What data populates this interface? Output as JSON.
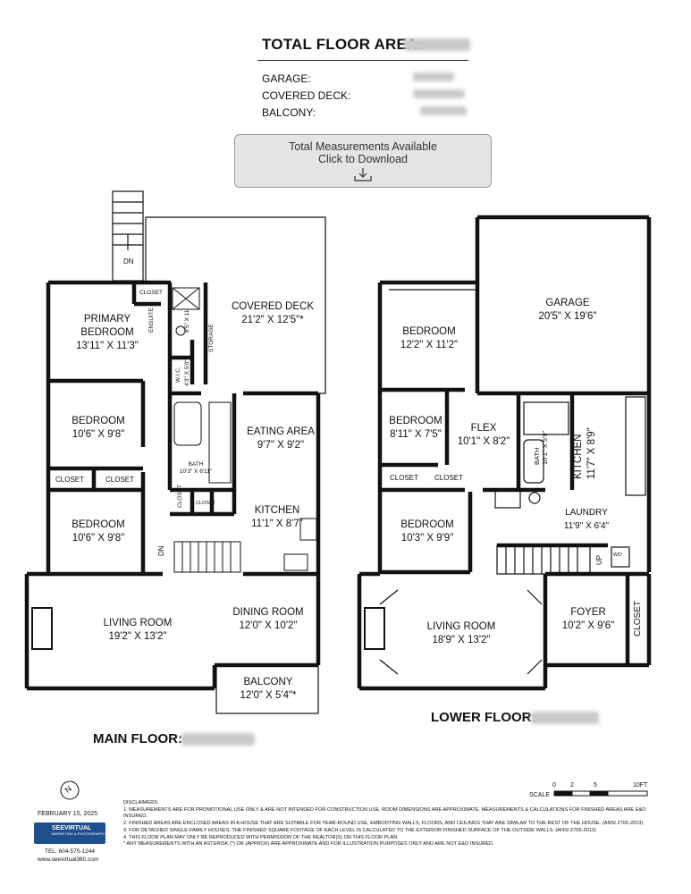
{
  "summary": {
    "title": "TOTAL FLOOR AREA:",
    "rows": [
      {
        "label": "GARAGE:"
      },
      {
        "label": "COVERED DECK:"
      },
      {
        "label": "BALCONY:"
      }
    ]
  },
  "download": {
    "line1": "Total Measurements Available",
    "line2": "Click to Download",
    "icon": "download-icon"
  },
  "main_floor": {
    "label": "MAIN FLOOR:",
    "rooms": {
      "covered_deck": {
        "name": "COVERED DECK",
        "dims": "21'2\" X 12'5\"*"
      },
      "primary_bedroom": {
        "name": "PRIMARY",
        "name2": "BEDROOM",
        "dims": "13'11\" X 11'3\""
      },
      "bedroom1": {
        "name": "BEDROOM",
        "dims": "10'6\" X 9'8\""
      },
      "bedroom2": {
        "name": "BEDROOM",
        "dims": "10'6\" X 9'8\""
      },
      "eating_area": {
        "name": "EATING AREA",
        "dims": "9'7\" X 9'2\""
      },
      "kitchen": {
        "name": "KITCHEN",
        "dims": "11'1\" X 8'7\""
      },
      "living_room": {
        "name": "LIVING ROOM",
        "dims": "19'2\" X 13'2\""
      },
      "dining_room": {
        "name": "DINING ROOM",
        "dims": "12'0\" X 10'2\""
      },
      "balcony": {
        "name": "BALCONY",
        "dims": "12'0\" X 5'4\"*"
      },
      "bath": {
        "name": "BATH",
        "dims": "10'3\" X 6'11\""
      },
      "ensuite": {
        "name": "ENSUITE",
        "dims": "8'5\" X 11'"
      },
      "wic": {
        "name": "W.I.C.",
        "dims": "4'3\" X 5'0\""
      }
    },
    "small_labels": {
      "closet_top": "CLOSET",
      "closet_a": "CLOSET",
      "closet_b": "CLOSET",
      "closet_c": "CLOSET",
      "closet_d": "CLOSET",
      "storage": "STORAGE",
      "dn_top": "DN",
      "dn_stair": "DN"
    }
  },
  "lower_floor": {
    "label": "LOWER FLOOR:",
    "rooms": {
      "garage": {
        "name": "GARAGE",
        "dims": "20'5\" X 19'6\""
      },
      "bedroom1": {
        "name": "BEDROOM",
        "dims": "12'2\" X 11'2\""
      },
      "bedroom2": {
        "name": "BEDROOM",
        "dims": "8'11\" X 7'5\""
      },
      "flex": {
        "name": "FLEX",
        "dims": "10'1\" X 8'2\""
      },
      "bedroom3": {
        "name": "BEDROOM",
        "dims": "10'3\" X 9'9\""
      },
      "kitchen": {
        "name": "KITCHEN",
        "dims": "11'7\" X 8'9\""
      },
      "laundry": {
        "name": "LAUNDRY",
        "dims": "11'9\" X 6'4\""
      },
      "bath": {
        "name": "BATH",
        "dims": "10'1\" X 5'9\""
      },
      "foyer": {
        "name": "FOYER",
        "dims": "10'2\" X 9'6\""
      },
      "living_room": {
        "name": "LIVING ROOM",
        "dims": "18'9\" X 13'2\""
      },
      "closet_side": {
        "name": "CLOSET"
      }
    },
    "small_labels": {
      "closet_a": "CLOSET",
      "closet_b": "CLOSET",
      "up": "UP",
      "wd": "W/D"
    }
  },
  "scale": {
    "label": "SCALE",
    "ticks": [
      "0",
      "2",
      "5",
      "10FT"
    ]
  },
  "footer": {
    "date": "FEBRUARY 15, 2025",
    "company": "SEEVIRTUAL",
    "company_sub": "MARKETING & PHOTOGRAPHY",
    "tel": "TEL: 604-575-1244",
    "website": "www.seevirtual360.com",
    "disclaimers_title": "DISCLAIMERS:",
    "disclaimers": [
      "1. MEASUREMENTS ARE FOR PROMOTIONAL USE ONLY & ARE NOT INTENDED FOR CONSTRUCTION USE. ROOM DIMENSIONS ARE APPROXIMATE. MEASUREMENTS & CALCULATIONS FOR FINISHED AREAS ARE E&O INSURED.",
      "2. FINISHED AREAS ARE ENCLOSED AREAS IN A HOUSE THAT ARE SUITABLE FOR YEAR-ROUND USE, EMBODYING WALLS, FLOORS, AND CEILINGS THAT ARE SIMILAR TO THE REST OF THE HOUSE. (ANSI Z765-2013)",
      "3. FOR DETACHED SINGLE-FAMILY HOUSES, THE FINISHED SQUARE FOOTAGE OF EACH LEVEL IS CALCULATED TO THE EXTERIOR FINISHED SURFACE OF THE OUTSIDE WALLS. (ANSI Z765-2013)",
      "4. THIS FLOOR PLAN MAY ONLY BE REPRODUCED WITH PERMISSION OF THE REALTOR(S) ON THIS FLOOR PLAN.",
      "* ANY MEASUREMENTS WITH AN ASTERISK (*) OR (APPROX) ARE APPROXIMATE AND FOR ILLUSTRATION PURPOSES ONLY AND ARE NOT E&O INSURED."
    ],
    "north": "N"
  }
}
